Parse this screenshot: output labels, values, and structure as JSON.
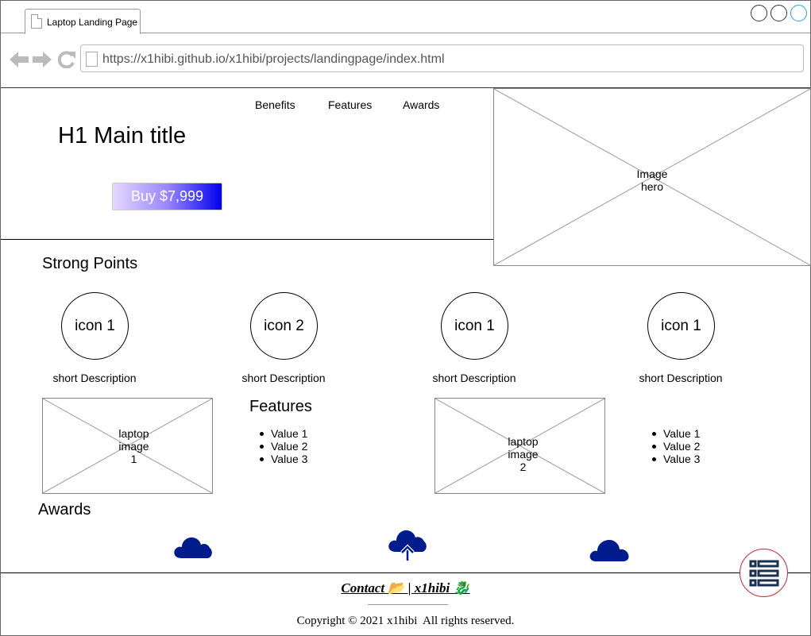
{
  "browser": {
    "tab_title": "Laptop Landing Page",
    "url": "https://x1hibi.github.io/x1hibi/projects/landingpage/index.html"
  },
  "header": {
    "nav": [
      "Benefits",
      "Features",
      "Awards"
    ],
    "title": "H1 Main title",
    "buy_label": "Buy $7,999",
    "hero_label": [
      "Image",
      "hero"
    ]
  },
  "strong_points": {
    "title": "Strong Points",
    "icons": [
      {
        "label": "icon 1",
        "description": "short Description"
      },
      {
        "label": "icon 2",
        "description": "short Description"
      },
      {
        "label": "icon 1",
        "description": "short Description"
      },
      {
        "label": "icon 1",
        "description": "short Description"
      }
    ]
  },
  "features": {
    "title": "Features",
    "laptop1_label": [
      "laptop",
      "image",
      "1"
    ],
    "laptop2_label": [
      "laptop",
      "image",
      "2"
    ],
    "list1": [
      "Value 1",
      "Value 2",
      "Value 3"
    ],
    "list2": [
      "Value 1",
      "Value 2",
      "Value 3"
    ]
  },
  "awards": {
    "title": "Awards",
    "icons": [
      "cloud-icon",
      "cloud-upload-icon",
      "cloud-icon"
    ],
    "icon_color": "#001b8c"
  },
  "footer": {
    "contact": "Contact 📂 | x1hibi 🐉",
    "copyright": "Copyright © 2021 x1hibi  All rights reserved."
  },
  "menu_button": {
    "icon": "list-icon",
    "border_color": "#bb3344"
  }
}
